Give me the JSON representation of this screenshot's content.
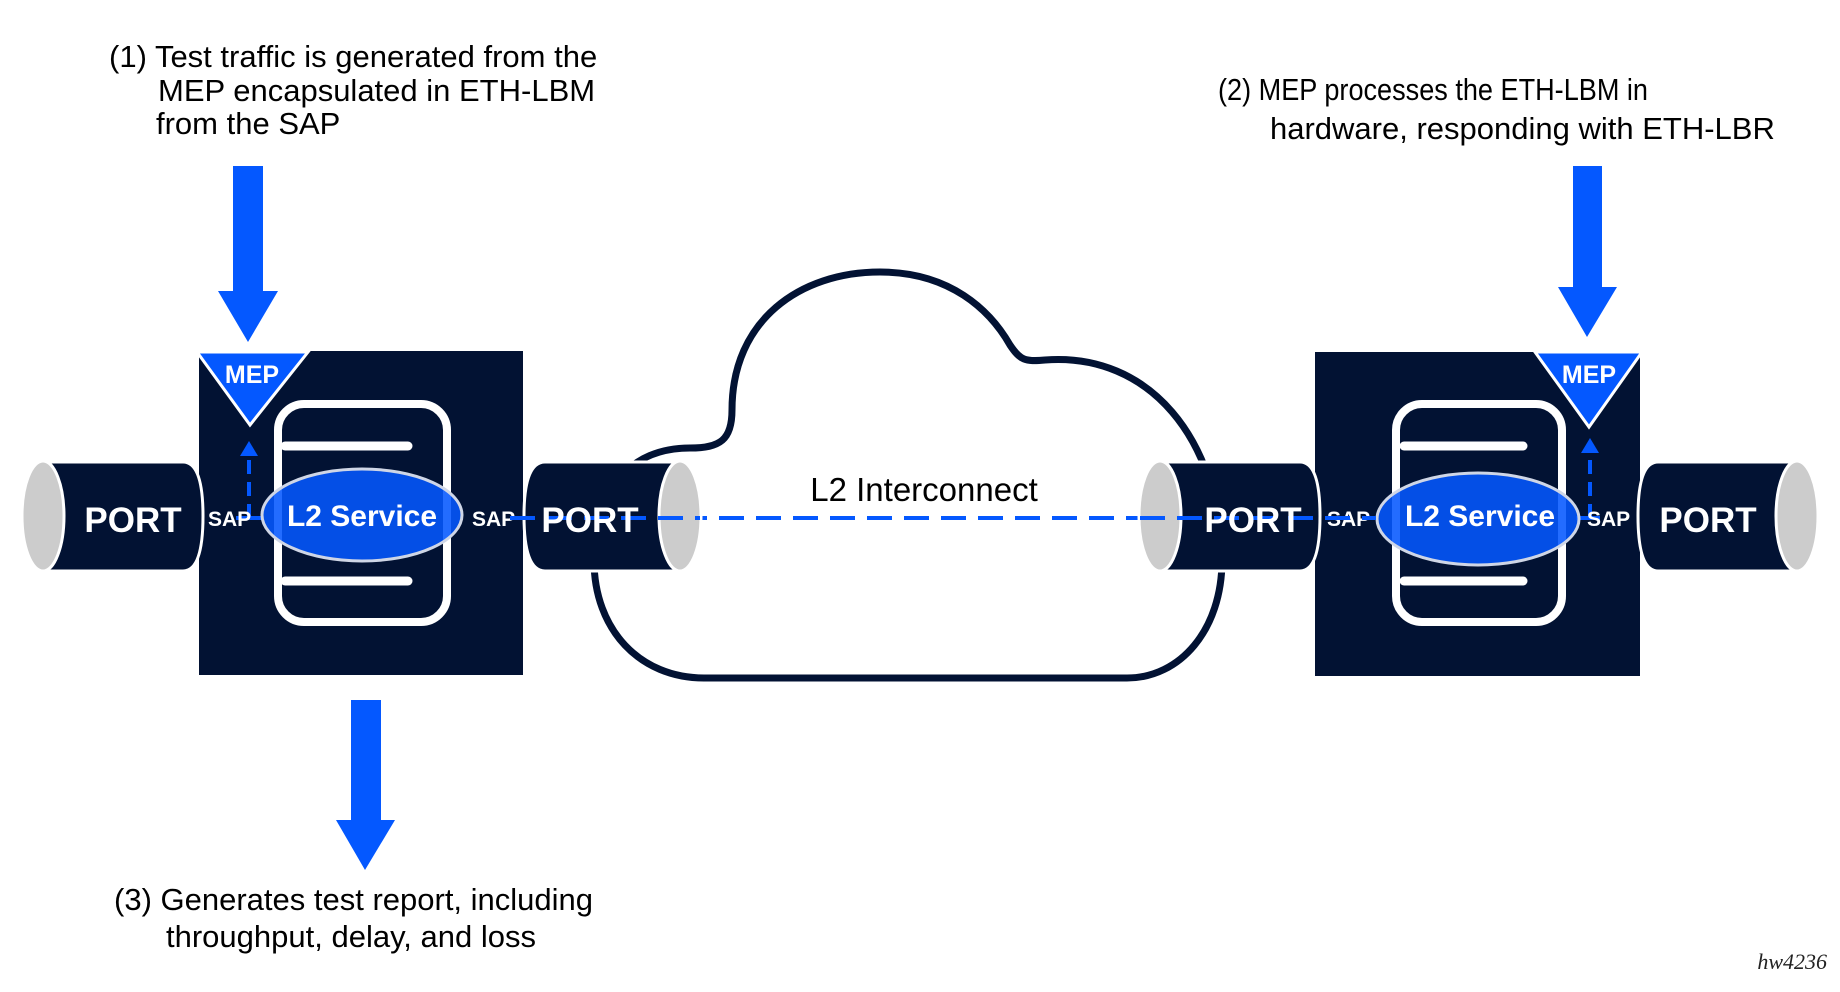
{
  "diagram": {
    "captions": {
      "step1": [
        "(1) Test traffic is generated from the",
        "MEP encapsulated in ETH-LBM",
        "from the SAP"
      ],
      "step2": [
        "(2) MEP processes the ETH-LBM in",
        "hardware, responding with ETH-LBR"
      ],
      "step3": [
        "(3) Generates test report, including",
        "throughput, delay, and loss"
      ]
    },
    "nodes": {
      "left": {
        "mep_label": "MEP",
        "service_label": "L2 Service",
        "sap_left_label": "SAP",
        "sap_right_label": "SAP",
        "port_outer_label": "PORT",
        "port_inner_label": "PORT"
      },
      "right": {
        "mep_label": "MEP",
        "service_label": "L2 Service",
        "sap_left_label": "SAP",
        "sap_right_label": "SAP",
        "port_inner_label": "PORT",
        "port_outer_label": "PORT"
      }
    },
    "network": {
      "label": "L2 Interconnect"
    },
    "figure_id": "hw4236",
    "colors": {
      "node_fill": "#021233",
      "accent_blue": "#0458ff",
      "port_end": "#cccccc",
      "text": "#000000"
    }
  }
}
